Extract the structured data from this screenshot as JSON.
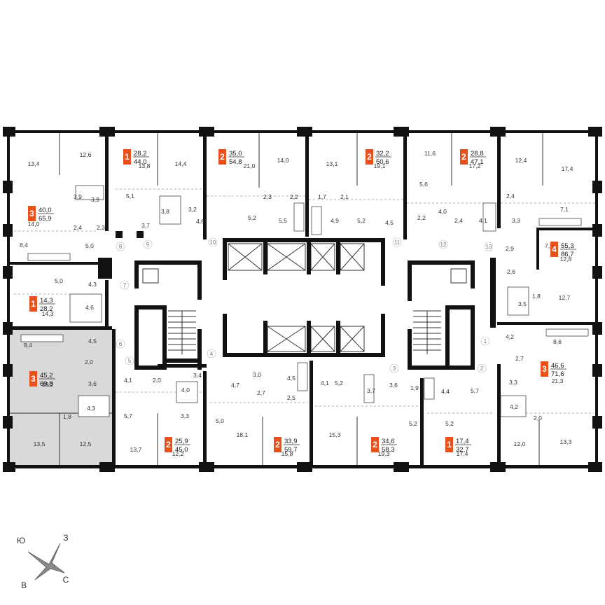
{
  "colors": {
    "accent": "#e8501c",
    "highlight": "#d9d9d9",
    "wall": "#111111"
  },
  "apartments": [
    {
      "id": "a1",
      "rooms": "3",
      "living": "40,0",
      "total": "65,9",
      "selected": false
    },
    {
      "id": "a2",
      "rooms": "1",
      "living": "28,2",
      "total": "44,0",
      "selected": false
    },
    {
      "id": "a3",
      "rooms": "2",
      "living": "35,0",
      "total": "54,8",
      "selected": false
    },
    {
      "id": "a4",
      "rooms": "2",
      "living": "32,2",
      "total": "50,6",
      "selected": false
    },
    {
      "id": "a5",
      "rooms": "2",
      "living": "28,8",
      "total": "47,1",
      "selected": false
    },
    {
      "id": "a6",
      "rooms": "4",
      "living": "55,3",
      "total": "86,7",
      "selected": false
    },
    {
      "id": "a7",
      "rooms": "1",
      "living": "14,3",
      "total": "28,2",
      "selected": false
    },
    {
      "id": "a8",
      "rooms": "3",
      "living": "45,2",
      "total": "69,8",
      "selected": true
    },
    {
      "id": "a9",
      "rooms": "2",
      "living": "25,9",
      "total": "45,0",
      "selected": false
    },
    {
      "id": "a10",
      "rooms": "2",
      "living": "33,9",
      "total": "59,7",
      "selected": false
    },
    {
      "id": "a11",
      "rooms": "2",
      "living": "34,6",
      "total": "58,3",
      "selected": false
    },
    {
      "id": "a12",
      "rooms": "1",
      "living": "17,4",
      "total": "32,7",
      "selected": false
    },
    {
      "id": "a13",
      "rooms": "3",
      "living": "46,6",
      "total": "71,6",
      "selected": false
    }
  ],
  "rooms": [
    "13,4",
    "12,6",
    "13,8",
    "14,4",
    "21,0",
    "14,0",
    "13,1",
    "19,1",
    "11,6",
    "17,2",
    "12,4",
    "17,4",
    "3,9",
    "3,9",
    "5,1",
    "3,8",
    "3,2",
    "2,3",
    "2,2",
    "1,7",
    "2,1",
    "5,6",
    "2,4",
    "14,0",
    "2,4",
    "2,3",
    "3,7",
    "4,6",
    "5,2",
    "5,5",
    "4,9",
    "5,2",
    "4,5",
    "2,2",
    "4,0",
    "2,4",
    "4,1",
    "3,3",
    "7,1",
    "8,4",
    "5,0",
    "2,9",
    "7,8",
    "12,8",
    "5,0",
    "4,3",
    "2,6",
    "14,3",
    "4,6",
    "3,5",
    "1,8",
    "12,7",
    "8,4",
    "4,5",
    "4,2",
    "8,6",
    "2,0",
    "2,7",
    "19,2",
    "3,6",
    "4,1",
    "2,0",
    "3,0",
    "4,5",
    "4,1",
    "5,2",
    "3,6",
    "1,9",
    "4,4",
    "5,7",
    "21,3",
    "3,3",
    "3,4",
    "4,7",
    "4,0",
    "2,7",
    "2,5",
    "3,7",
    "4,3",
    "1,8",
    "5,7",
    "3,3",
    "5,0",
    "5,2",
    "4,2",
    "2,0",
    "5,2",
    "13,5",
    "12,5",
    "13,7",
    "12,2",
    "18,1",
    "15,8",
    "15,3",
    "19,3",
    "17,4",
    "12,0",
    "13,3"
  ],
  "unit_numbers": [
    "7",
    "8",
    "9",
    "10",
    "11",
    "12",
    "13",
    "1",
    "2",
    "3",
    "4",
    "5",
    "6"
  ],
  "compass": {
    "north": "С",
    "south": "Ю",
    "east": "В",
    "west": "З"
  }
}
